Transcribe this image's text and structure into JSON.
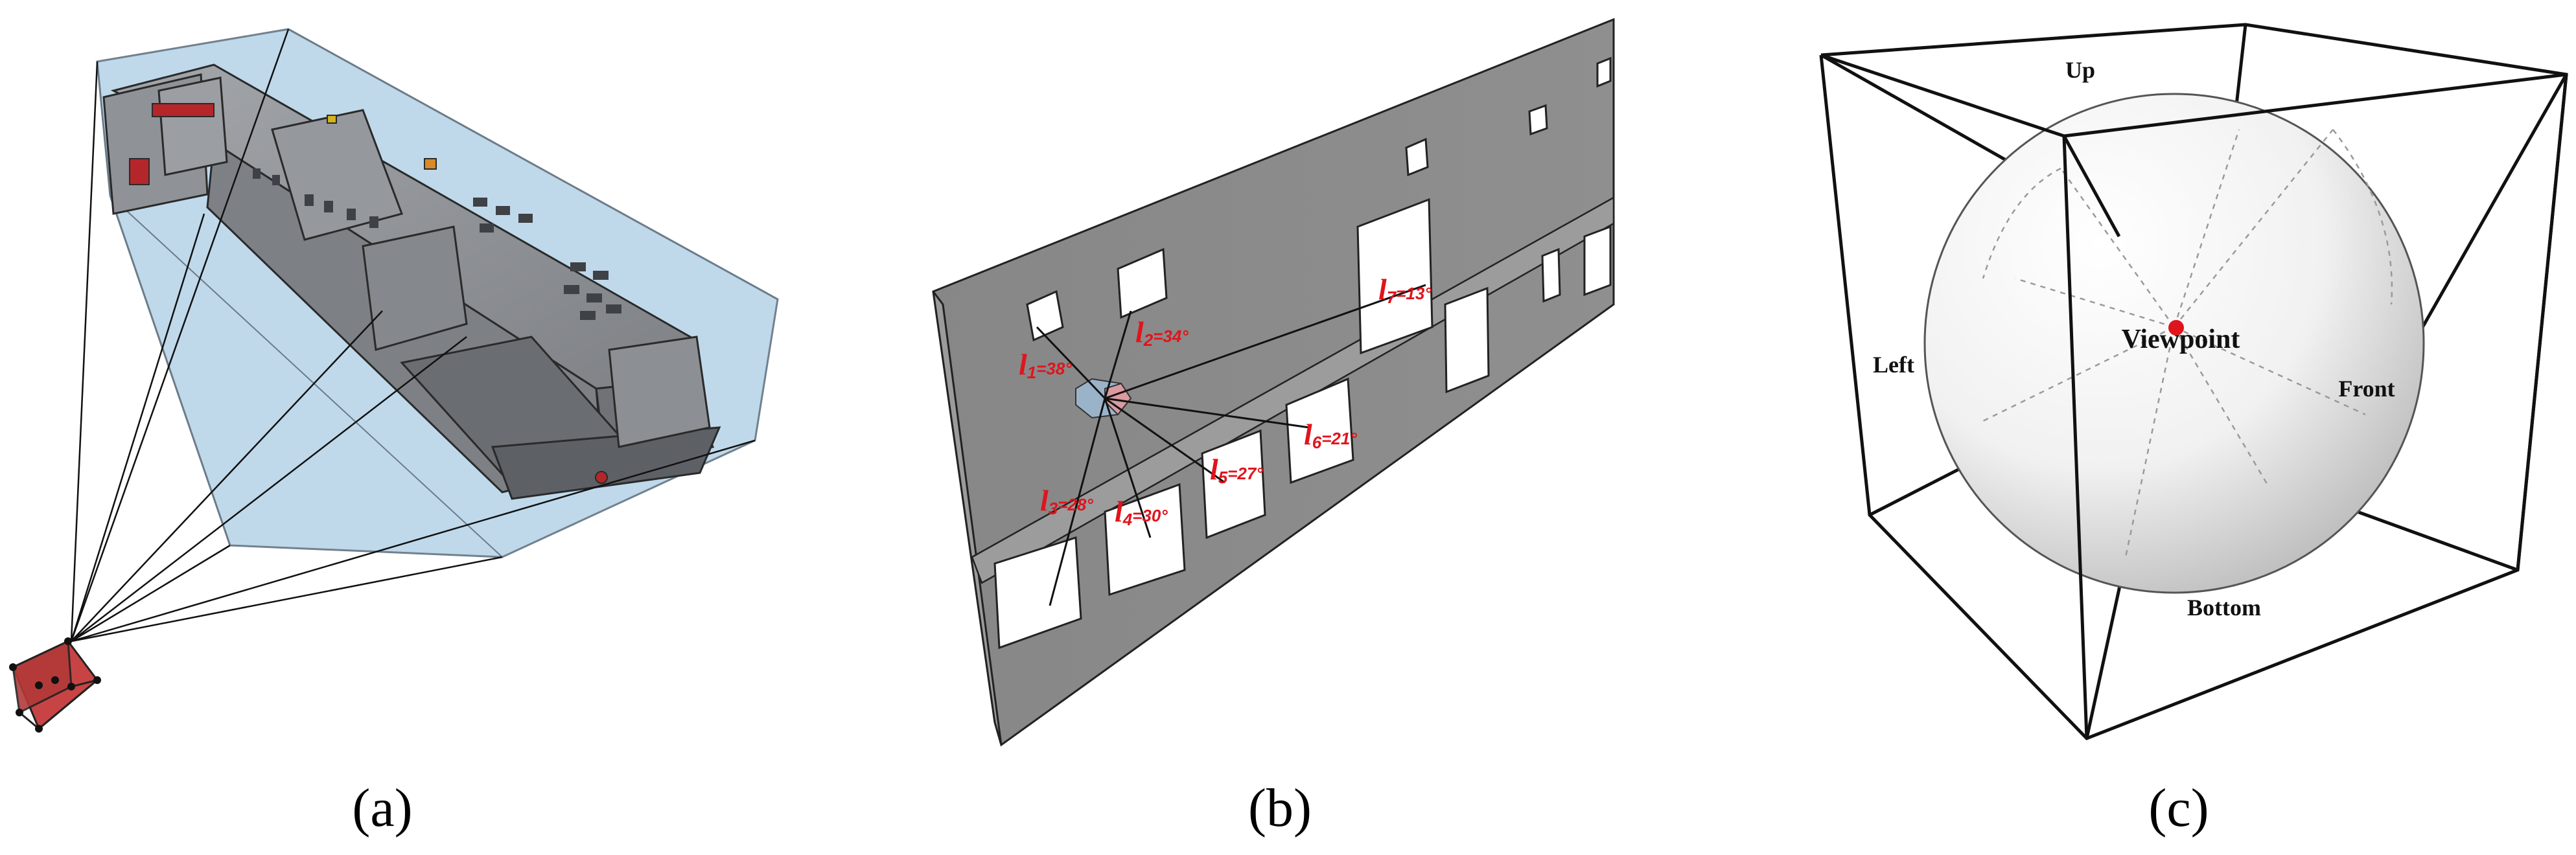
{
  "panels": {
    "a": {
      "caption": "(a)"
    },
    "b": {
      "caption": "(b)",
      "rays": [
        {
          "symbol": "l",
          "sub": "1",
          "value": "=38°"
        },
        {
          "symbol": "l",
          "sub": "2",
          "value": "=34°"
        },
        {
          "symbol": "l",
          "sub": "3",
          "value": "=28°"
        },
        {
          "symbol": "l",
          "sub": "4",
          "value": "=30°"
        },
        {
          "symbol": "l",
          "sub": "5",
          "value": "=27°"
        },
        {
          "symbol": "l",
          "sub": "6",
          "value": "=21°"
        },
        {
          "symbol": "l",
          "sub": "7",
          "value": "=13°"
        }
      ]
    },
    "c": {
      "caption": "(c)",
      "labels": {
        "up": "Up",
        "left": "Left",
        "front": "Front",
        "bottom": "Bottom",
        "viewpoint": "Viewpoint"
      }
    }
  },
  "colors": {
    "ray_label": "#e0141c",
    "viewpoint_dot": "#e0141c",
    "bounding_box_fill": "#bcd7ea",
    "building_gray": "#8c8f93",
    "wall_gray": "#8a8a8a"
  }
}
